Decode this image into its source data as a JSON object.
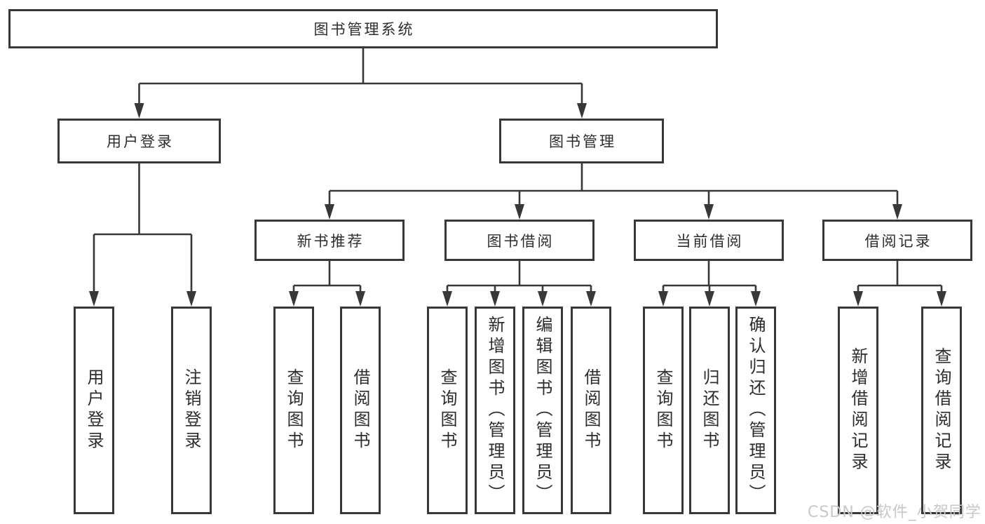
{
  "diagram": {
    "root": {
      "label": "图书管理系统"
    },
    "level1": [
      {
        "label": "用户登录"
      },
      {
        "label": "图书管理"
      }
    ],
    "level2": [
      {
        "label": "新书推荐"
      },
      {
        "label": "图书借阅"
      },
      {
        "label": "当前借阅"
      },
      {
        "label": "借阅记录"
      }
    ],
    "leaves": [
      {
        "label": "用户登录"
      },
      {
        "label": "注销登录"
      },
      {
        "label": "查询图书"
      },
      {
        "label": "借阅图书"
      },
      {
        "label": "查询图书"
      },
      {
        "label": "新增图书（管理员）"
      },
      {
        "label": "编辑图书（管理员）"
      },
      {
        "label": "借阅图书"
      },
      {
        "label": "查询图书"
      },
      {
        "label": "归还图书"
      },
      {
        "label": "确认归还（管理员）"
      },
      {
        "label": "新增借阅记录"
      },
      {
        "label": "查询借阅记录"
      }
    ]
  },
  "watermark": {
    "text": "CSDN @软件_小贺同学"
  },
  "colors": {
    "line": "#383838",
    "box_border": "#383838",
    "text": "#2d2d2d",
    "background": "#ffffff",
    "watermark": "#c8c8c8"
  }
}
